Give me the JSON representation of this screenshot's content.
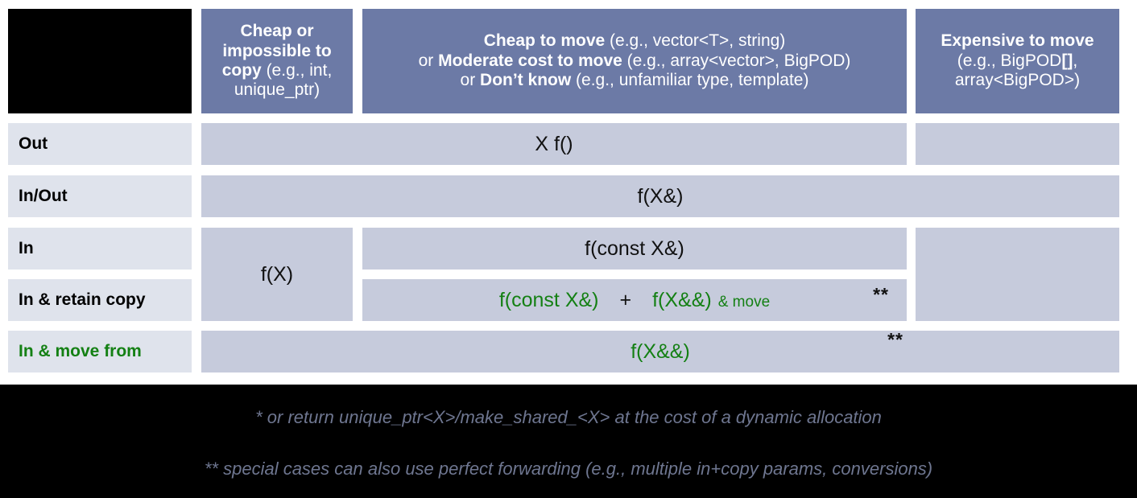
{
  "table": {
    "corner": {
      "label": "",
      "fill": "#000000"
    },
    "columns": [
      {
        "id": "cheap-or-impossible-to-copy",
        "bold_lead": "Cheap or impossible to copy",
        "examples": " (e.g., int, unique_ptr)",
        "full_text": "Cheap or impossible to copy (e.g., int, unique_ptr)"
      },
      {
        "id": "cheap-to-move",
        "line1_bold": "Cheap to move",
        "line1_rest": " (e.g., vector<T>, string)",
        "line2_prefix": "or ",
        "line2_bold": "Moderate cost to move",
        "line2_rest": " (e.g., array<vector>, BigPOD)",
        "line3_prefix": "or ",
        "line3_bold": "Don’t know",
        "line3_rest": " (e.g., unfamiliar type, template)",
        "full_text": "Cheap to move (e.g., vector<T>, string) or Moderate cost to move (e.g., array<vector>, BigPOD) or Don’t know (e.g., unfamiliar type, template)"
      },
      {
        "id": "expensive-to-move",
        "line1_bold": "Expensive to move",
        "line2": "(e.g., BigPOD",
        "line2_bold_brackets": "[]",
        "line2_tail": ",",
        "line3": "array<BigPOD>)",
        "full_text": "Expensive to move (e.g., BigPOD[], array<BigPOD>)"
      }
    ],
    "rows": [
      {
        "id": "out",
        "label": "Out",
        "green": false
      },
      {
        "id": "in-out",
        "label": "In/Out",
        "green": false
      },
      {
        "id": "in",
        "label": "In",
        "green": false
      },
      {
        "id": "in-retain-copy",
        "label": "In & retain copy",
        "green": false
      },
      {
        "id": "in-move-from",
        "label": "In & move from",
        "green": true
      }
    ],
    "cells": {
      "out_wide": "X f()",
      "in_out_wide": "f(X&)",
      "in_left": "f(X)",
      "in_mid": "f(const X&)",
      "retain_copy_a": "f(const X&)",
      "retain_copy_plus": "+",
      "retain_copy_b": "f(X&&)",
      "retain_copy_suffix": "& move",
      "retain_copy_stars": "**",
      "move_from": "f(X&&)",
      "move_from_stars": "**"
    }
  },
  "footnotes": {
    "single_star": "* or return unique_ptr<X>/make_shared_<X> at the cost of a dynamic allocation",
    "double_star": "** special cases can also use perfect forwarding (e.g., multiple in+copy params, conversions)"
  },
  "colors": {
    "header_fill": "#6c7aa6",
    "row_label_fill": "#dfe3ec",
    "cell_fill": "#c6cbdc",
    "green_accent": "#148014",
    "footnote_text": "#6e7690",
    "band": "#000000"
  }
}
